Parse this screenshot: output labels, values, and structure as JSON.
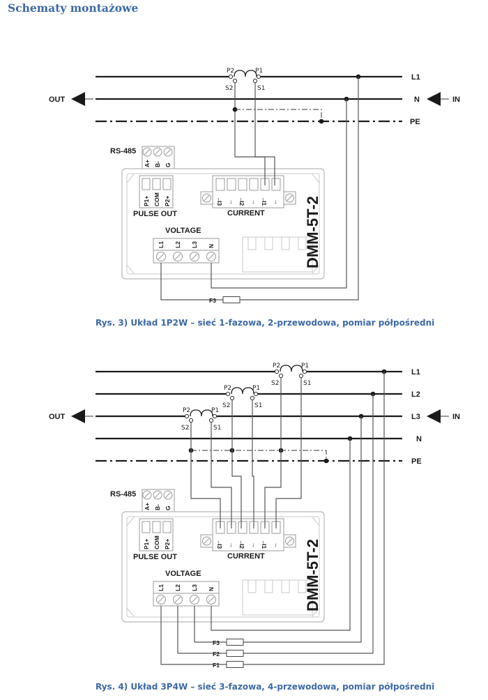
{
  "page": {
    "heading": "Schematy montażowe"
  },
  "figure1": {
    "caption": "Rys.  3) Układ 1P2W – sieć 1-fazowa, 2-przewodowa, pomiar półpośredni",
    "lines": [
      "L1",
      "N",
      "PE"
    ],
    "out_label": "OUT",
    "in_label": "IN",
    "ct_terminals": {
      "p2": "P2",
      "p1": "P1",
      "s2": "S2",
      "s1": "S1"
    },
    "fuses": [
      "F3"
    ]
  },
  "figure2": {
    "caption": "Rys.  4) Układ 3P4W – sieć 3-fazowa, 4-przewodowa, pomiar półpośredni",
    "lines": [
      "L1",
      "L2",
      "L3",
      "N",
      "PE"
    ],
    "out_label": "OUT",
    "in_label": "IN",
    "ct_terminals": {
      "p2": "P2",
      "p1": "P1",
      "s2": "S2",
      "s1": "S1"
    },
    "fuses": [
      "F3",
      "F2",
      "F1"
    ]
  },
  "device": {
    "model": "DMM-5T-2",
    "rs485_label": "RS-485",
    "rs485_pins": [
      "A+",
      "B-",
      "G"
    ],
    "pulse_out_label": "PULSE OUT",
    "pulse_pins": [
      "P1+",
      "COM",
      "P2+"
    ],
    "current_label": "CURRENT",
    "current_pins": [
      "I3",
      "I2",
      "I1"
    ],
    "voltage_label": "VOLTAGE",
    "voltage_pins": [
      "L1",
      "L2",
      "L3",
      "N"
    ]
  },
  "colors": {
    "accent": "#3c6aa6",
    "line": "#1a1a1a",
    "wire": "#555555"
  }
}
